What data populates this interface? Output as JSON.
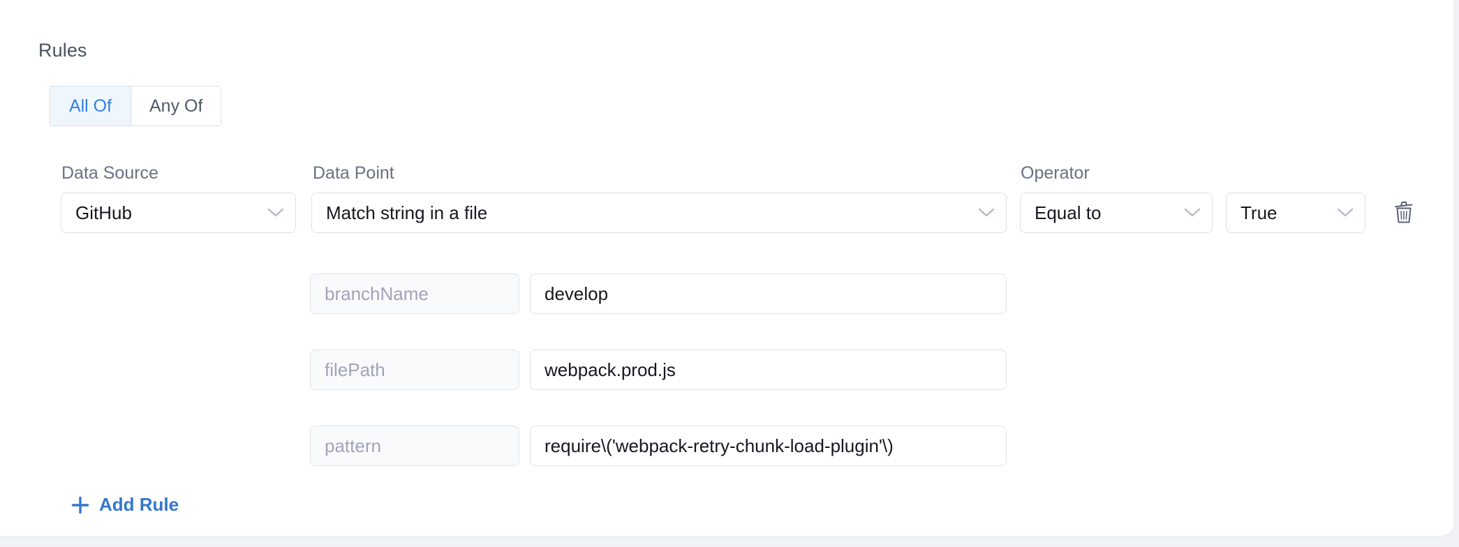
{
  "section": {
    "title": "Rules"
  },
  "match_toggle": {
    "options": [
      {
        "label": "All Of",
        "selected": true
      },
      {
        "label": "Any Of",
        "selected": false
      }
    ]
  },
  "columns": {
    "data_source_label": "Data Source",
    "data_point_label": "Data Point",
    "operator_label": "Operator"
  },
  "rule": {
    "data_source": "GitHub",
    "data_point": "Match string in a file",
    "operator": "Equal to",
    "expected_value": "True",
    "delete_icon": "trash-icon",
    "parameters": [
      {
        "key": "branchName",
        "value": "develop"
      },
      {
        "key": "filePath",
        "value": "webpack.prod.js"
      },
      {
        "key": "pattern",
        "value": "require\\('webpack-retry-chunk-load-plugin'\\)"
      }
    ]
  },
  "add_rule": {
    "label": "Add Rule",
    "icon": "plus-icon"
  },
  "colors": {
    "accent_blue": "#3577cc",
    "active_tab_text": "#2f80e0",
    "active_tab_bg": "#eff7fd",
    "label_gray": "#6b7083",
    "placeholder_gray": "#a0a4b8",
    "border_gray": "#dfe0ea",
    "card_bg": "#ffffff",
    "page_bg": "#f1f2f6"
  }
}
